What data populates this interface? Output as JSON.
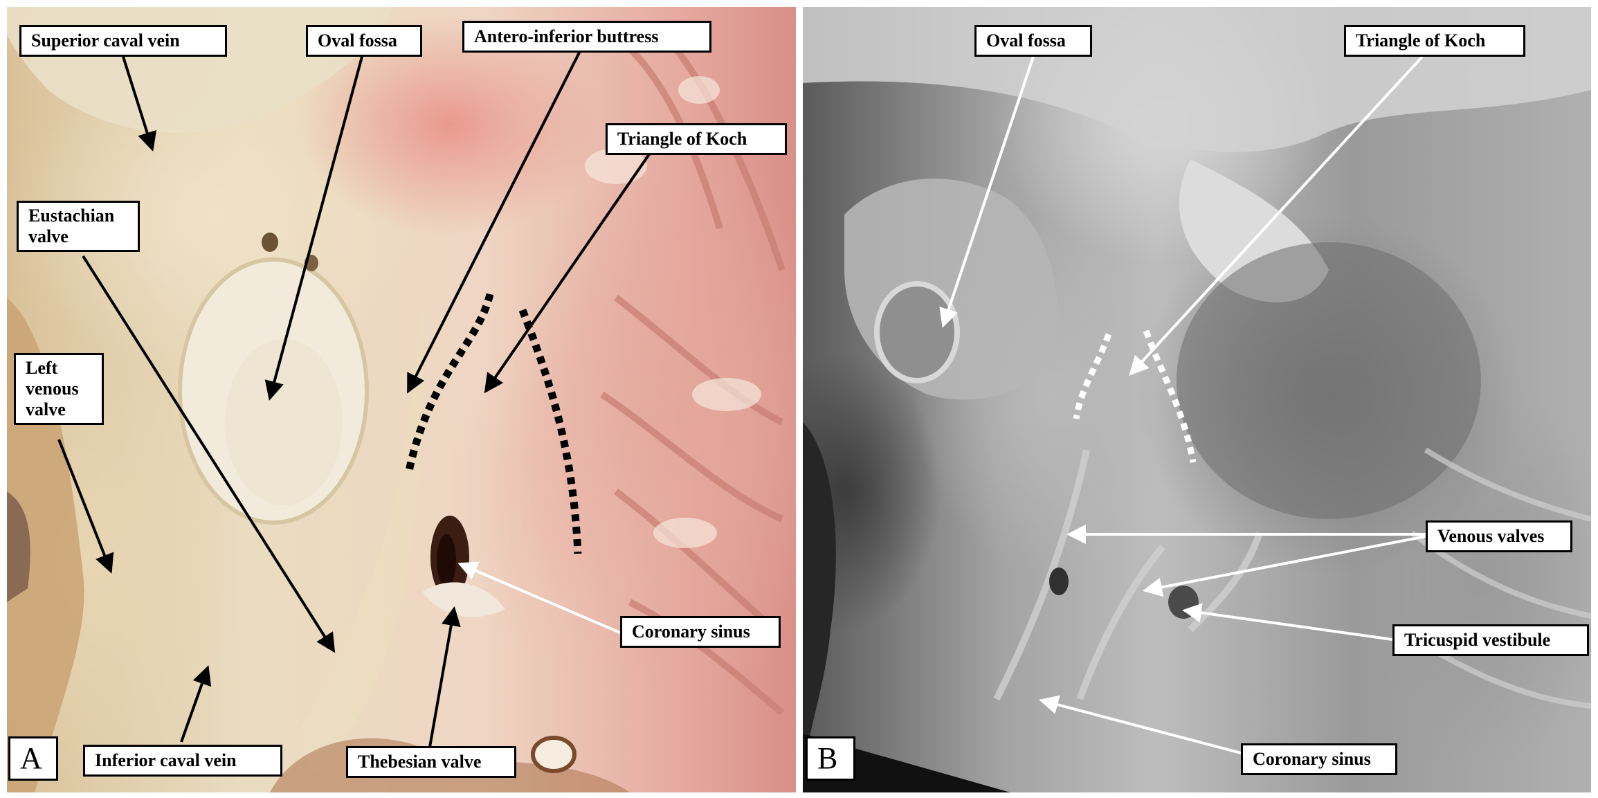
{
  "panel_a": {
    "letter": "A",
    "labels": {
      "superior_caval_vein": "Superior caval vein",
      "oval_fossa": "Oval fossa",
      "antero_inferior_buttress": "Antero-inferior buttress",
      "triangle_of_koch": "Triangle of Koch",
      "eustachian_valve": "Eustachian valve",
      "left_venous_valve": "Left venous valve",
      "coronary_sinus": "Coronary sinus",
      "inferior_caval_vein": "Inferior caval vein",
      "thebesian_valve": "Thebesian valve"
    }
  },
  "panel_b": {
    "letter": "B",
    "labels": {
      "oval_fossa": "Oval fossa",
      "triangle_of_koch": "Triangle of Koch",
      "venous_valves": "Venous valves",
      "tricuspid_vestibule": "Tricuspid vestibule",
      "coronary_sinus": "Coronary sinus"
    }
  },
  "colors": {
    "panel_a_arrows": "#000000",
    "panel_a_coronary_sinus_arrow": "#ffffff",
    "panel_b_arrows": "#ffffff",
    "label_background": "#ffffff",
    "label_border": "#000000"
  }
}
